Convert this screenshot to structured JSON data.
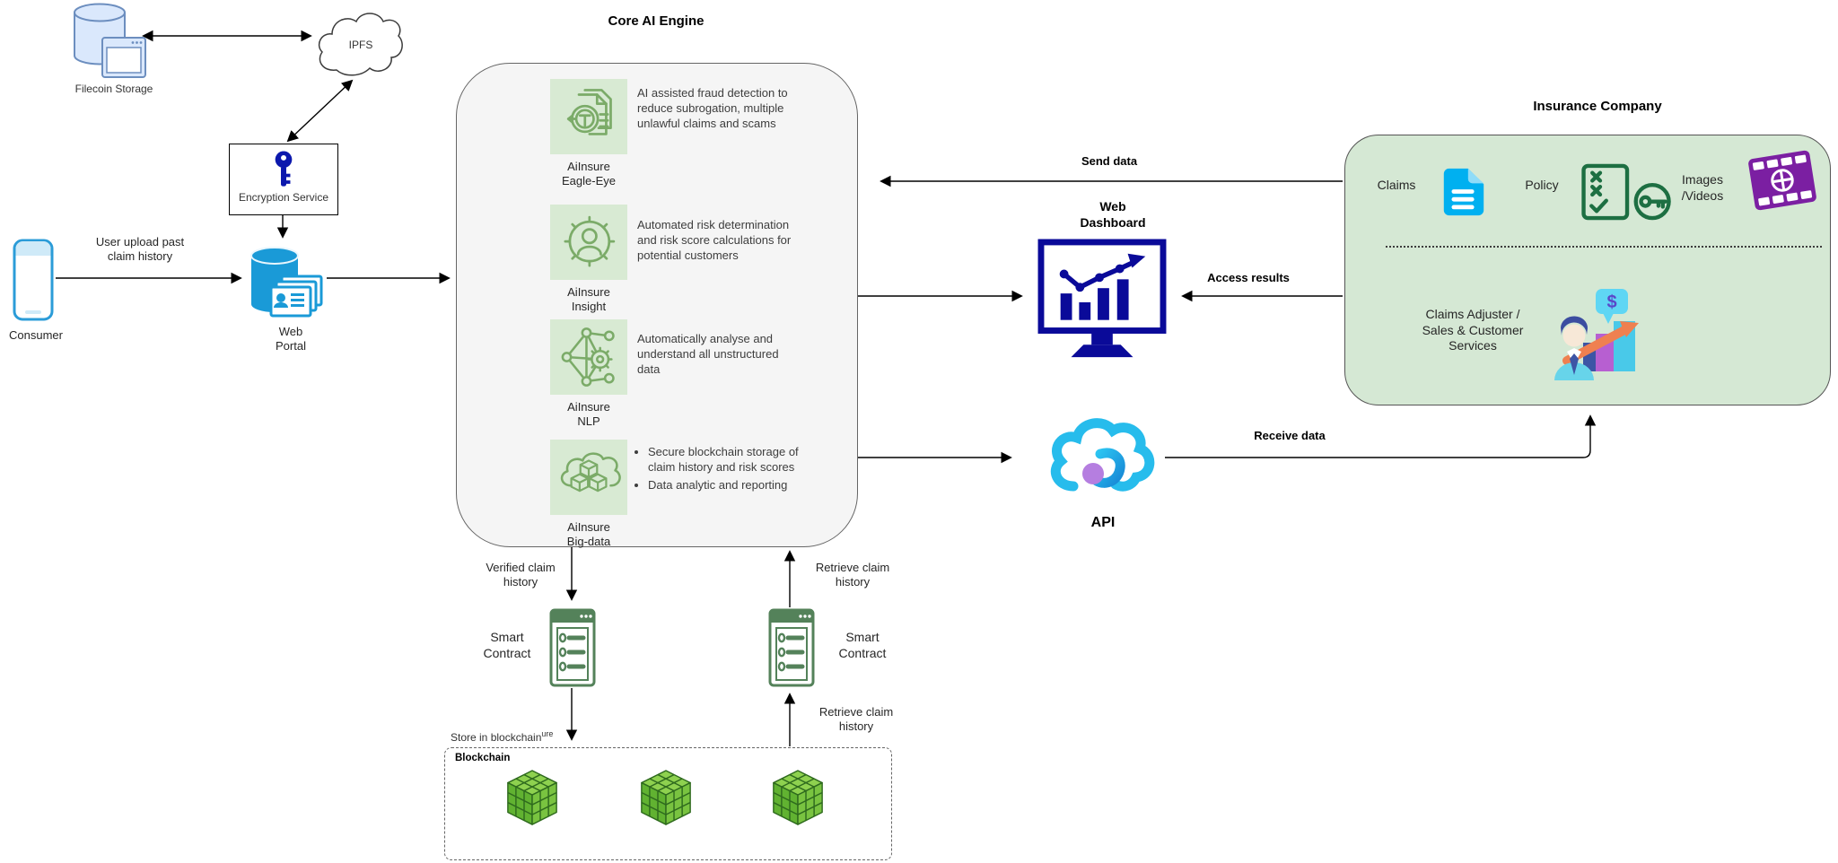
{
  "nodes": {
    "filecoin": "Filecoin Storage",
    "ipfs": "IPFS",
    "encryption": "Encryption Service",
    "consumer": "Consumer",
    "web_portal": "Web\nPortal",
    "dashboard": "Web\nDashboard",
    "api": "API",
    "smart_contract_left": "Smart\nContract",
    "smart_contract_right": "Smart\nContract",
    "blockchain": "Blockchain"
  },
  "core": {
    "title": "Core AI Engine",
    "modules": [
      {
        "name": "AiInsure\nEagle-Eye",
        "icon": "fraud-detection-icon",
        "description": "AI assisted fraud detection to\nreduce subrogation, multiple\nunlawful claims and scams"
      },
      {
        "name": "AiInsure\nInsight",
        "icon": "risk-insight-icon",
        "description": "Automated risk determination\nand risk score calculations for\npotential customers"
      },
      {
        "name": "AiInsure\nNLP",
        "icon": "nlp-network-icon",
        "description": "Automatically analyse and\nunderstand all unstructured\ndata"
      },
      {
        "name": "AiInsure\nBig-data",
        "icon": "big-data-cloud-icon",
        "bullets": [
          "Secure blockchain storage of\nclaim history and risk scores",
          "Data analytic and reporting"
        ]
      }
    ]
  },
  "insurance": {
    "title": "Insurance Company",
    "items": [
      {
        "label": "Claims",
        "icon": "claims-document-icon"
      },
      {
        "label": "Policy",
        "icon": "policy-checklist-key-icon"
      },
      {
        "label": "Images\n/Videos",
        "icon": "film-reel-icon"
      }
    ],
    "adjuster": "Claims Adjuster /\nSales & Customer\nServices"
  },
  "edges": {
    "upload": "User upload past\nclaim history",
    "send_data": "Send data",
    "access_results": "Access results",
    "receive_data": "Receive data",
    "verified": "Verified claim\nhistory",
    "retrieve_top": "Retrieve claim\nhistory",
    "store": "Store in blockchain",
    "store_suffix": "ure",
    "retrieve_bottom": "Retrieve claim\nhistory"
  },
  "colors": {
    "light_blue_fill": "#dae8fc",
    "blue_stroke": "#6c8ebf",
    "portal_blue": "#1a9ad7",
    "navy": "#0a0a99",
    "key_navy": "#0c18ad",
    "engine_bg": "#f5f5f5",
    "module_green_bg": "#d8ead3",
    "module_green_stroke": "#7bab68",
    "insurance_green": "#d5e8d4",
    "claims_cyan": "#00b0f0",
    "policy_green": "#1d6f42",
    "film_purple": "#7b1fa2",
    "api_cyan": "#27bcec",
    "api_purple": "#b57ee0",
    "contract_green": "#54825a",
    "cube_green": "#79c340",
    "arrow_orange": "#ef8050"
  }
}
